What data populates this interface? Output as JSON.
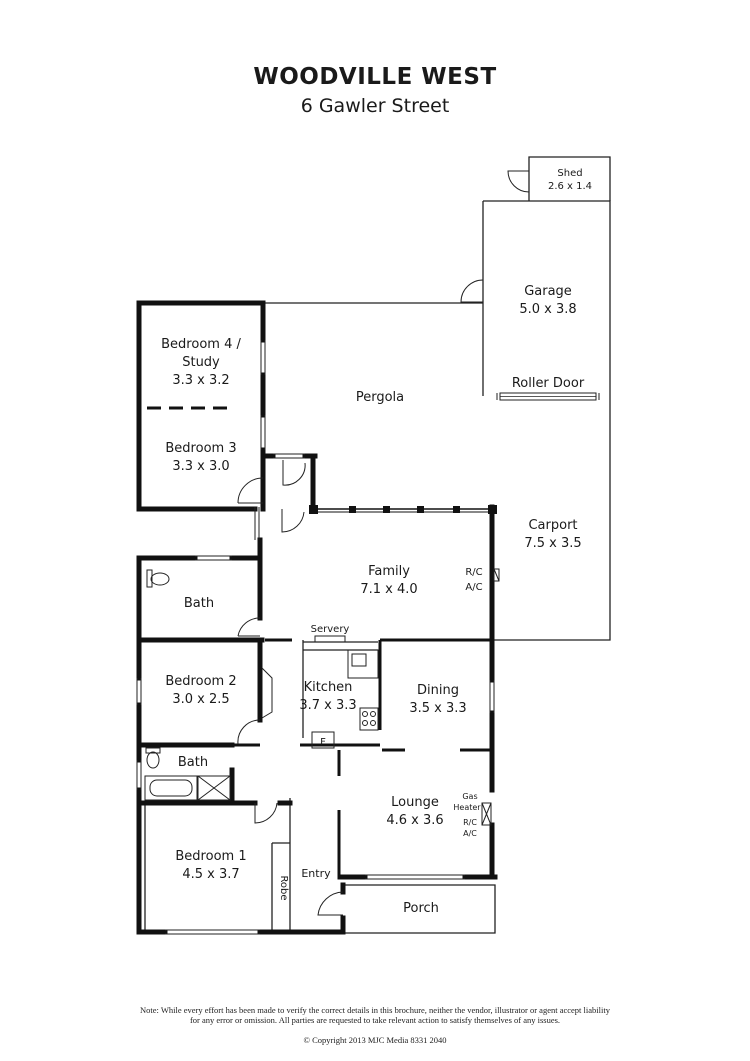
{
  "header": {
    "title": "WOODVILLE WEST",
    "address": "6 Gawler Street"
  },
  "rooms": {
    "shed": {
      "name": "Shed",
      "size": "2.6 x 1.4"
    },
    "garage": {
      "name": "Garage",
      "size": "5.0 x 3.8"
    },
    "roller_door": "Roller Door",
    "bedroom4": {
      "name_line1": "Bedroom 4 /",
      "name_line2": "Study",
      "size": "3.3 x 3.2"
    },
    "bedroom3": {
      "name": "Bedroom 3",
      "size": "3.3 x 3.0"
    },
    "pergola": {
      "name": "Pergola"
    },
    "carport": {
      "name": "Carport",
      "size": "7.5 x 3.5"
    },
    "family": {
      "name": "Family",
      "size": "7.1 x 4.0"
    },
    "family_rc": "R/C",
    "family_ac": "A/C",
    "bath1": {
      "name": "Bath"
    },
    "servery": "Servery",
    "bedroom2": {
      "name": "Bedroom 2",
      "size": "3.0 x 2.5"
    },
    "kitchen": {
      "name": "Kitchen",
      "size": "3.7 x 3.3"
    },
    "kitchen_f": "F",
    "dining": {
      "name": "Dining",
      "size": "3.5 x 3.3"
    },
    "bath2": {
      "name": "Bath"
    },
    "lounge": {
      "name": "Lounge",
      "size": "4.6 x 3.6"
    },
    "gas_line1": "Gas",
    "gas_line2": "Heater",
    "lounge_rc": "R/C",
    "lounge_ac": "A/C",
    "bedroom1": {
      "name": "Bedroom 1",
      "size": "4.5 x 3.7"
    },
    "robe": "Robe",
    "entry": "Entry",
    "porch": "Porch"
  },
  "footer": {
    "note": "Note: While every effort has been made to verify the correct details in this brochure, neither the vendor, illustrator or agent accept liability for any error or omission. All parties are requested to take relevant  action to satisfy themselves of any issues.",
    "copyright": "© Copyright 2013 MJC Media 8331 2040"
  }
}
